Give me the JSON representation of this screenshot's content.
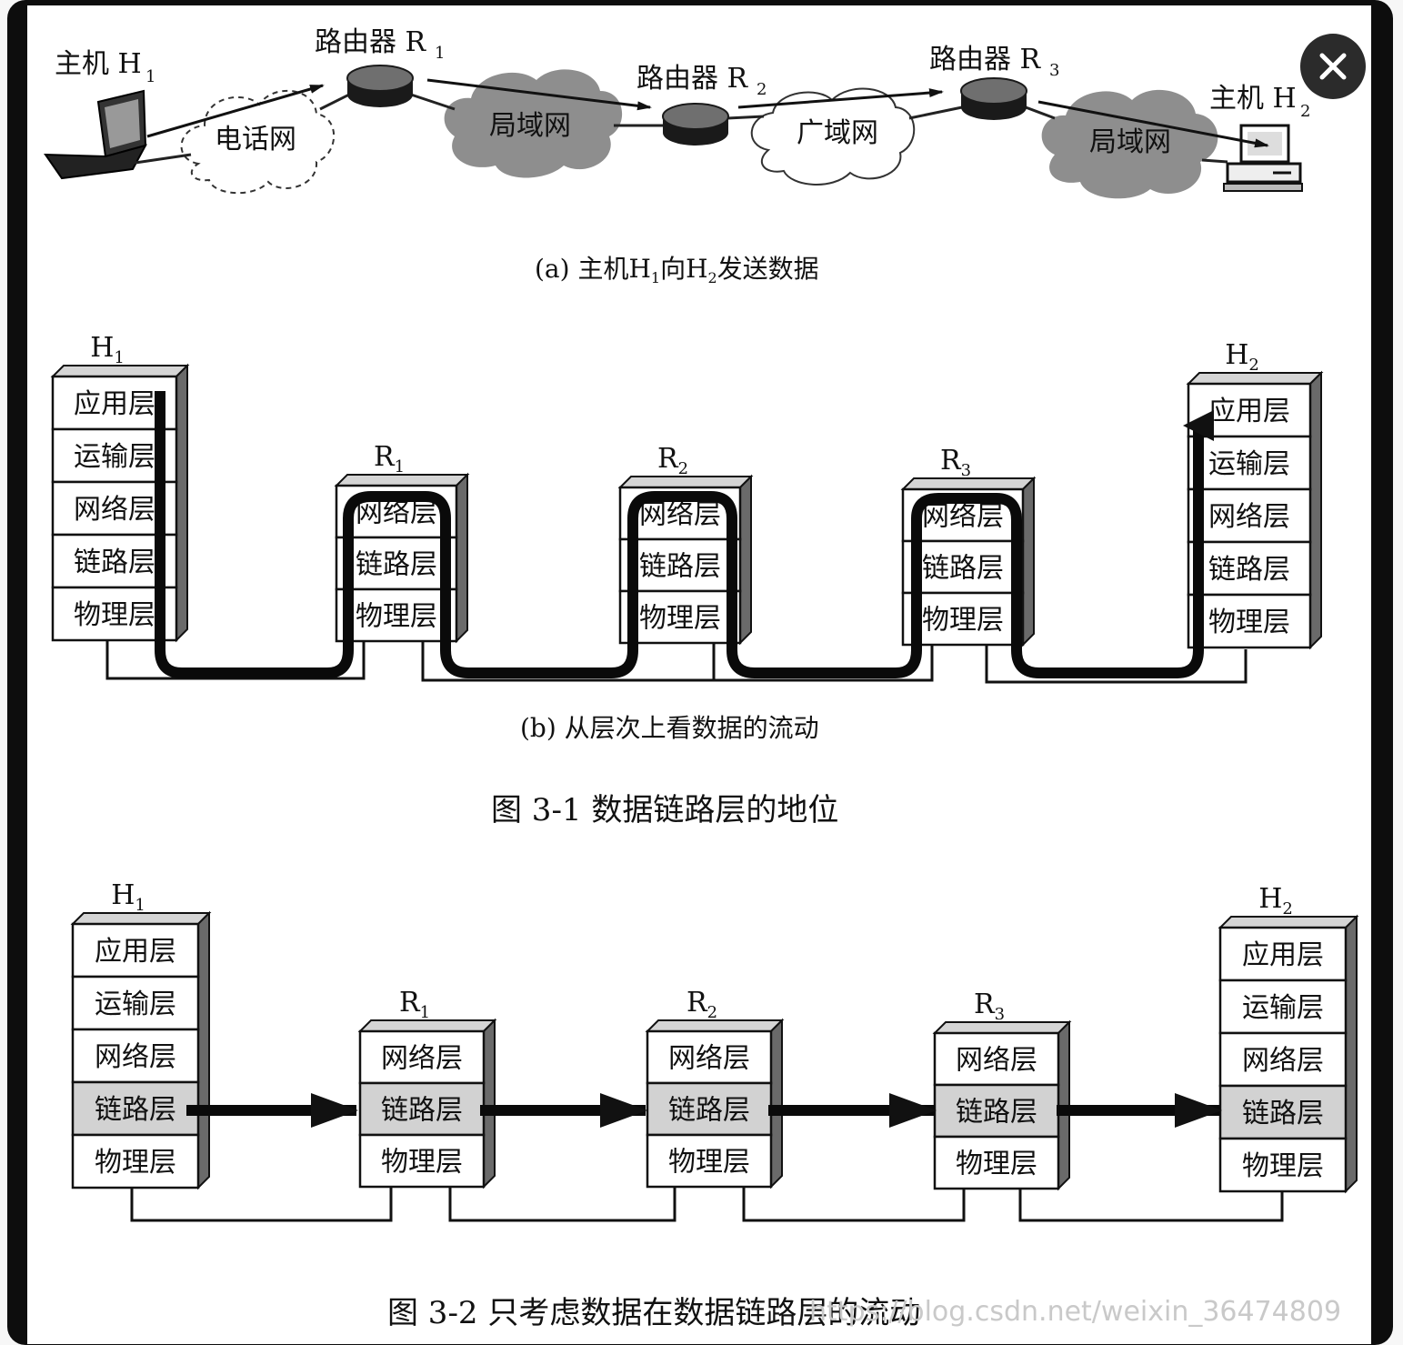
{
  "close_button_label": "×",
  "figure1": {
    "part_a": {
      "host_h1": "主机 H",
      "host_h1_sub": "1",
      "host_h2": "主机 H",
      "host_h2_sub": "2",
      "router_prefix": "路由器 R",
      "router_subs": [
        "1",
        "2",
        "3"
      ],
      "clouds": [
        "电话网",
        "局域网",
        "广域网",
        "局域网"
      ],
      "caption_a": "(a) 主机H",
      "caption_b": "向H",
      "caption_c": "发送数据",
      "caption_sub1": "1",
      "caption_sub2": "2"
    },
    "part_b": {
      "caption": "(b) 从层次上看数据的流动"
    },
    "caption": "图 3-1    数据链路层的地位"
  },
  "figure2": {
    "caption": "图 3-2    只考虑数据在数据链路层的流动"
  },
  "stacks": {
    "host_layers": [
      "应用层",
      "运输层",
      "网络层",
      "链路层",
      "物理层"
    ],
    "router_layers": [
      "网络层",
      "链路层",
      "物理层"
    ],
    "labels": {
      "h1": "H",
      "h2": "H",
      "r": "R",
      "subs": {
        "h1": "1",
        "h2": "2",
        "r1": "1",
        "r2": "2",
        "r3": "3"
      }
    }
  },
  "watermark": "https://blog.csdn.net/weixin_36474809"
}
